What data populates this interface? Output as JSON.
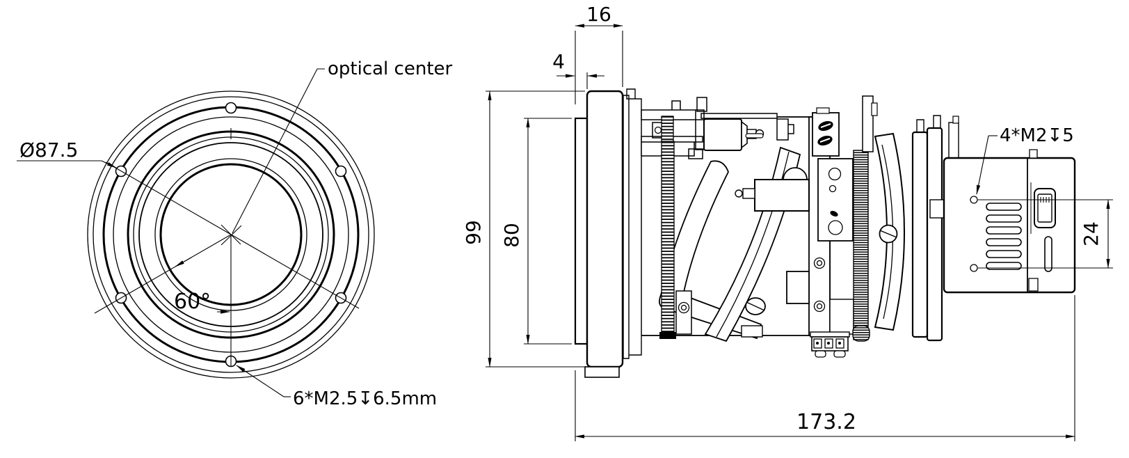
{
  "title": "Lens assembly technical drawing, front and side views",
  "colors": {
    "background": "#ffffff",
    "line": "#000000"
  },
  "front_view": {
    "bolt_circle_diameter_label": "Ø87.5",
    "optical_center_label": "optical center",
    "screw_angle_label": "60°",
    "mount_thread_label": "6*M2.5↧6.5mm"
  },
  "side_view": {
    "dim_flange_thickness": "16",
    "dim_front_plate_thickness": "4",
    "dim_body_height": "99",
    "dim_plate_height": "80",
    "dim_connector_offset": "24",
    "dim_total_length": "173.2",
    "rear_thread_label": "4*M2↧5"
  }
}
